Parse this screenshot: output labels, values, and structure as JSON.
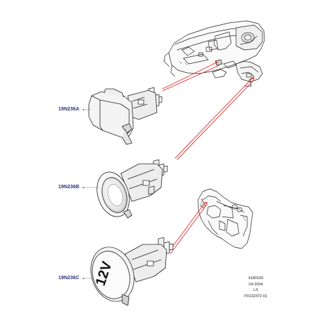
{
  "parts": [
    {
      "id": "19N236A",
      "label": "19N236A"
    },
    {
      "id": "19N236B",
      "label": "19N236B"
    },
    {
      "id": "19N236C",
      "label": "19N236C"
    }
  ],
  "socket_marking": "12V",
  "reference": {
    "line1": "4180150",
    "line2": "04-2004",
    "line3": "LS",
    "line4": "P0132372-01"
  },
  "colors": {
    "leader_line": "#e03030",
    "label_text": "#2a2f7a",
    "outline": "#222222"
  }
}
